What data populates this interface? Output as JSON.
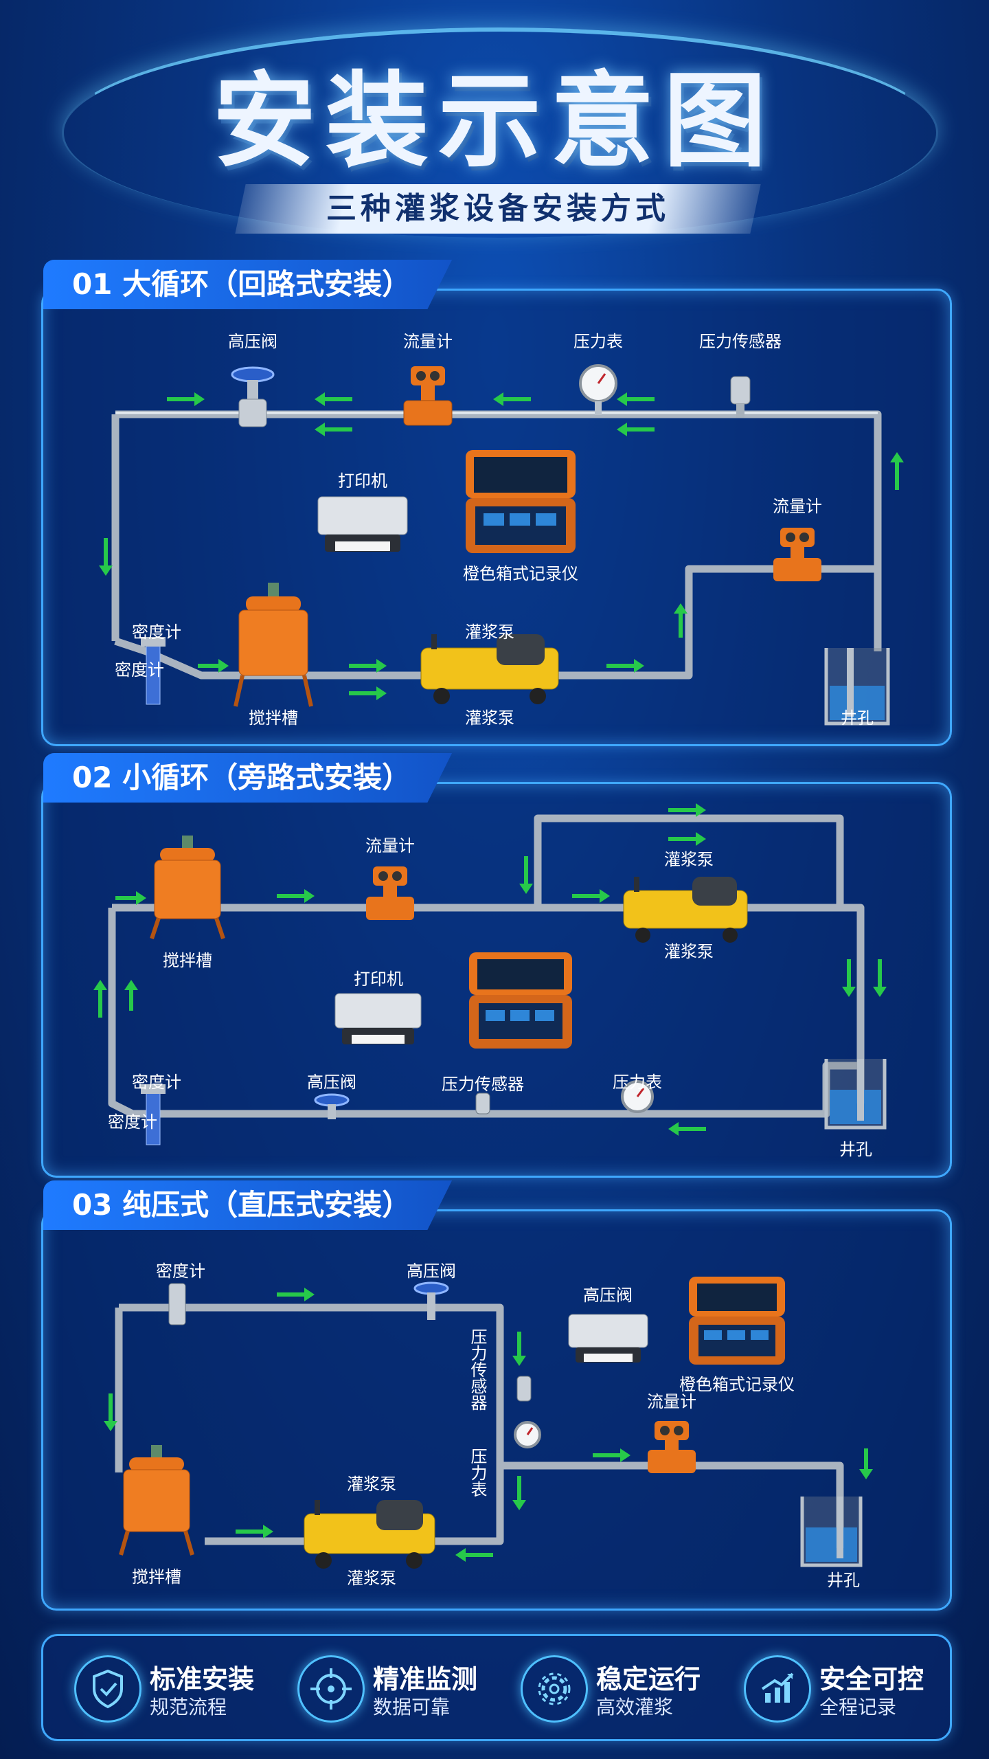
{
  "header": {
    "title": "安装示意图",
    "subtitle": "三种灌浆设备安装方式"
  },
  "panels": [
    {
      "title": "01 大循环（回路式安装）",
      "labels": {
        "valve": "高压阀",
        "flowmeter_top": "流量计",
        "gauge": "压力表",
        "sensor": "压力传感器",
        "printer": "打印机",
        "recorder": "橙色箱式记录仪",
        "flowmeter_right": "流量计",
        "density": "密度计",
        "density_side": "密度计",
        "pump_top": "灌浆泵",
        "pump_bottom": "灌浆泵",
        "tank": "搅拌槽",
        "well": "井孔"
      }
    },
    {
      "title": "02 小循环（旁路式安装）",
      "labels": {
        "tank": "搅拌槽",
        "flowmeter": "流量计",
        "pump_top": "灌浆泵",
        "pump_bottom": "灌浆泵",
        "printer": "打印机",
        "density": "密度计",
        "density_side": "密度计",
        "valve": "高压阀",
        "sensor": "压力传感器",
        "gauge": "压力表",
        "well": "井孔"
      }
    },
    {
      "title": "03 纯压式（直压式安装）",
      "labels": {
        "density": "密度计",
        "valve_top": "高压阀",
        "printer_label": "高压阀",
        "recorder": "橙色箱式记录仪",
        "flowmeter": "流量计",
        "vertical_sensor": "压力传感器",
        "vertical_gauge": "压力表",
        "pump_top": "灌浆泵",
        "pump_bottom": "灌浆泵",
        "tank": "搅拌槽",
        "well": "井孔"
      }
    }
  ],
  "footer": {
    "items": [
      {
        "title": "标准安装",
        "sub": "规范流程",
        "icon": "shield-check-icon"
      },
      {
        "title": "精准监测",
        "sub": "数据可靠",
        "icon": "crosshair-icon"
      },
      {
        "title": "稳定运行",
        "sub": "高效灌浆",
        "icon": "gear-icon"
      },
      {
        "title": "安全可控",
        "sub": "全程记录",
        "icon": "chart-up-icon"
      }
    ]
  },
  "colors": {
    "accent": "#3fa8ff",
    "pipe": "#aab4c0",
    "arrow": "#27c94a",
    "equipment_orange": "#e8741c",
    "pump_yellow": "#f2c21a"
  }
}
